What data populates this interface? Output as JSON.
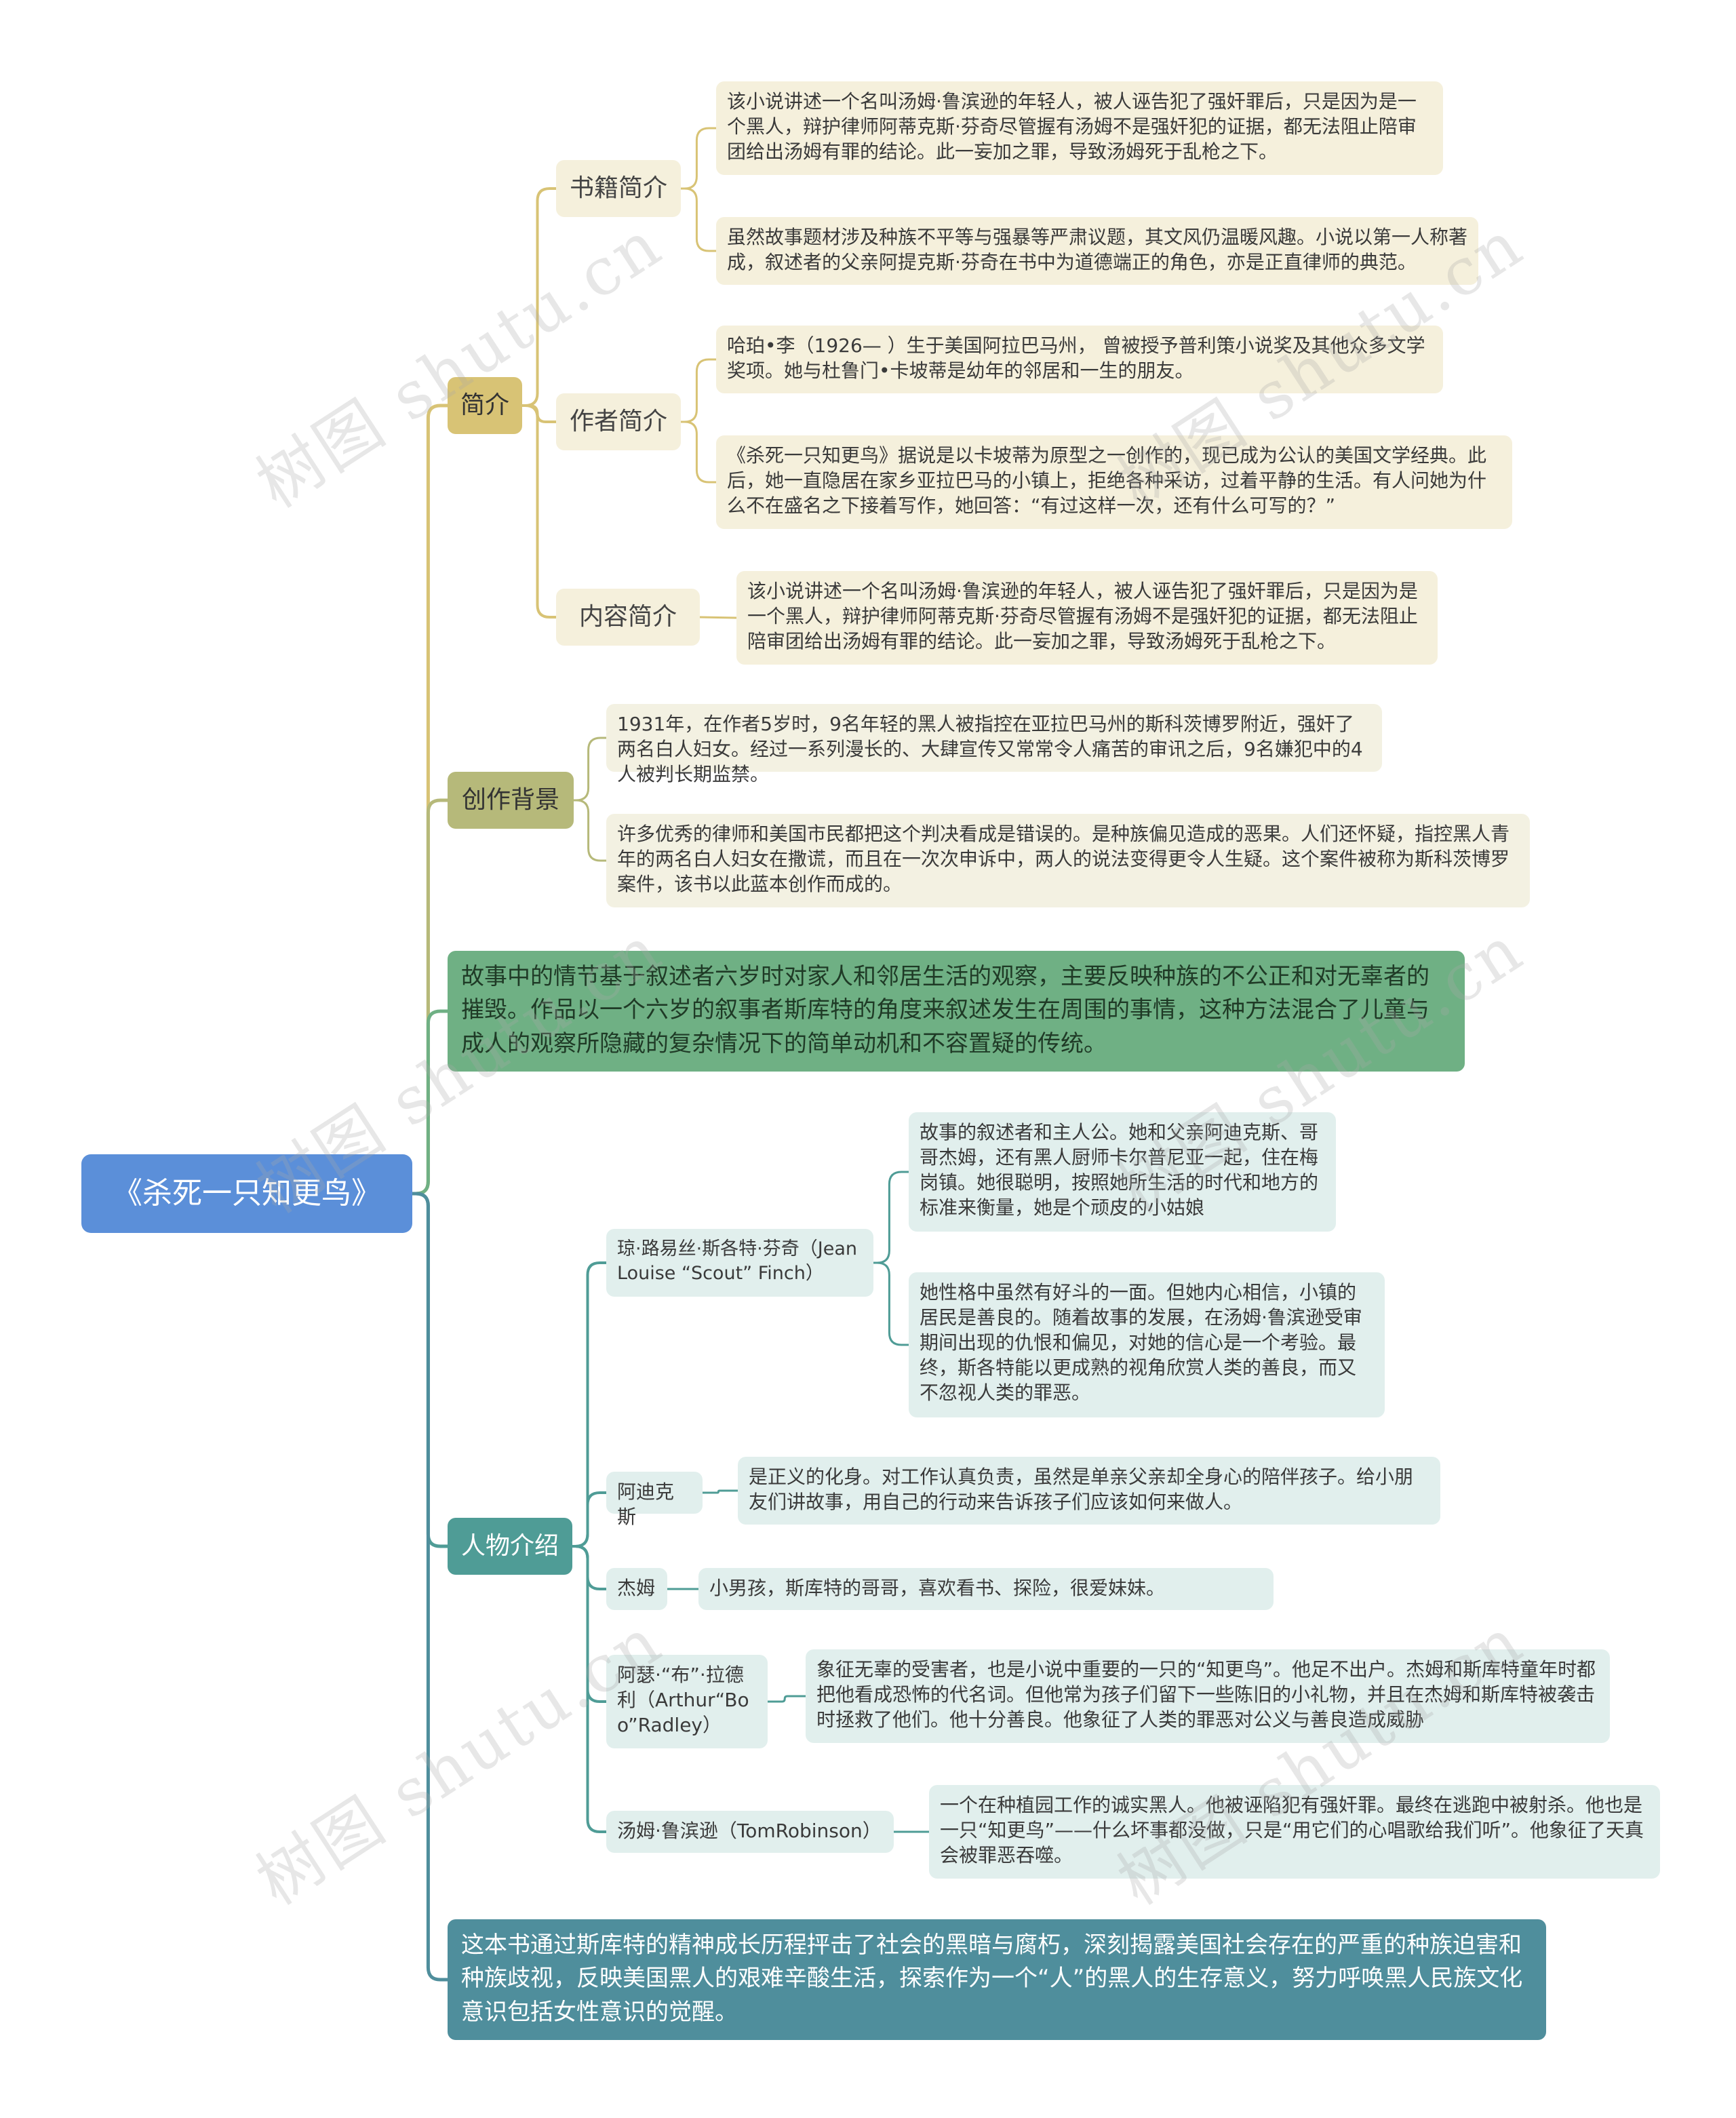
{
  "root": {
    "label": "《杀死一只知更鸟》"
  },
  "intro": {
    "label": "简介",
    "book": {
      "label": "书籍简介",
      "texts": [
        "该小说讲述一个名叫汤姆·鲁滨逊的年轻人，被人诬告犯了强奸罪后，只是因为是一个黑人，辩护律师阿蒂克斯·芬奇尽管握有汤姆不是强奸犯的证据，都无法阻止陪审团给出汤姆有罪的结论。此一妄加之罪，导致汤姆死于乱枪之下。",
        "虽然故事题材涉及种族不平等与强暴等严肃议题，其文风仍温暖风趣。小说以第一人称著成，叙述者的父亲阿提克斯·芬奇在书中为道德端正的角色，亦是正直律师的典范。"
      ]
    },
    "author": {
      "label": "作者简介",
      "texts": [
        "哈珀•李（1926— ）生于美国阿拉巴马州， 曾被授予普利策小说奖及其他众多文学奖项。她与杜鲁门•卡坡蒂是幼年的邻居和一生的朋友。",
        "《杀死一只知更鸟》据说是以卡坡蒂为原型之一创作的，现已成为公认的美国文学经典。此后，她一直隐居在家乡亚拉巴马的小镇上，拒绝各种采访，过着平静的生活。有人问她为什么不在盛名之下接着写作，她回答：“有过这样一次，还有什么可写的？”"
      ]
    },
    "content": {
      "label": "内容简介",
      "text": "该小说讲述一个名叫汤姆·鲁滨逊的年轻人，被人诬告犯了强奸罪后，只是因为是一个黑人，辩护律师阿蒂克斯·芬奇尽管握有汤姆不是强奸犯的证据，都无法阻止陪审团给出汤姆有罪的结论。此一妄加之罪，导致汤姆死于乱枪之下。"
    }
  },
  "background": {
    "label": "创作背景",
    "texts": [
      "1931年，在作者5岁时，9名年轻的黑人被指控在亚拉巴马州的斯科茨博罗附近，强奸了两名白人妇女。经过一系列漫长的、大肆宣传又常常令人痛苦的审讯之后，9名嫌犯中的4人被判长期监禁。",
      "许多优秀的律师和美国市民都把这个判决看成是错误的。是种族偏见造成的恶果。人们还怀疑，指控黑人青年的两名白人妇女在撒谎，而且在一次次申诉中，两人的说法变得更令人生疑。这个案件被称为斯科茨博罗案件，该书以此蓝本创作而成的。"
    ]
  },
  "theme": {
    "text": "故事中的情节基于叙述者六岁时对家人和邻居生活的观察，主要反映种族的不公正和对无辜者的摧毁。作品以一个六岁的叙事者斯库特的角度来叙述发生在周围的事情，这种方法混合了儿童与成人的观察所隐藏的复杂情况下的简单动机和不容置疑的传统。"
  },
  "characters": {
    "label": "人物介绍",
    "scout": {
      "label": "琼·路易丝·斯各特·芬奇（Jean Louise “Scout” Finch）",
      "texts": [
        "故事的叙述者和主人公。她和父亲阿迪克斯、哥哥杰姆，还有黑人厨师卡尔普尼亚一起，住在梅岗镇。她很聪明，按照她所生活的时代和地方的标准来衡量，她是个顽皮的小姑娘",
        "她性格中虽然有好斗的一面。但她内心相信，小镇的居民是善良的。随着故事的发展，在汤姆·鲁滨逊受审期间出现的仇恨和偏见，对她的信心是一个考验。最终，斯各特能以更成熟的视角欣赏人类的善良，而又不忽视人类的罪恶。"
      ]
    },
    "atticus": {
      "label": "阿迪克斯",
      "text": "是正义的化身。对工作认真负责，虽然是单亲父亲却全身心的陪伴孩子。给小朋友们讲故事，用自己的行动来告诉孩子们应该如何来做人。"
    },
    "jem": {
      "label": "杰姆",
      "text": "小男孩，斯库特的哥哥，喜欢看书、探险，很爱妹妹。"
    },
    "boo": {
      "label": "阿瑟·“布”·拉德利（Arthur“Boo”Radley）",
      "text": "象征无辜的受害者，也是小说中重要的一只的“知更鸟”。他足不出户。杰姆和斯库特童年时都把他看成恐怖的代名词。但他常为孩子们留下一些陈旧的小礼物，并且在杰姆和斯库特被袭击时拯救了他们。他十分善良。他象征了人类的罪恶对公义与善良造成威胁"
    },
    "tom": {
      "label": "汤姆·鲁滨逊（TomRobinson）",
      "text": "一个在种植园工作的诚实黑人。他被诬陷犯有强奸罪。最终在逃跑中被射杀。他也是一只“知更鸟”——什么坏事都没做，只是“用它们的心唱歌给我们听”。他象征了天真会被罪恶吞噬。"
    }
  },
  "conclusion": {
    "text": "这本书通过斯库特的精神成长历程抨击了社会的黑暗与腐朽，深刻揭露美国社会存在的严重的种族迫害和种族歧视，反映美国黑人的艰难辛酸生活，探索作为一个“人”的黑人的生存意义，努力呼唤黑人民族文化意识包括女性意识的觉醒。"
  },
  "watermark": "树图 shutu.cn",
  "colors": {
    "root": "#5b8fd9",
    "intro": "#d8c375",
    "intro_light": "#f5f0dc",
    "background": "#b6b97a",
    "background_light": "#f3f1e2",
    "theme": "#6fb084",
    "characters": "#4f9c96",
    "characters_light": "#e1efed",
    "conclusion": "#4f8e9c"
  }
}
